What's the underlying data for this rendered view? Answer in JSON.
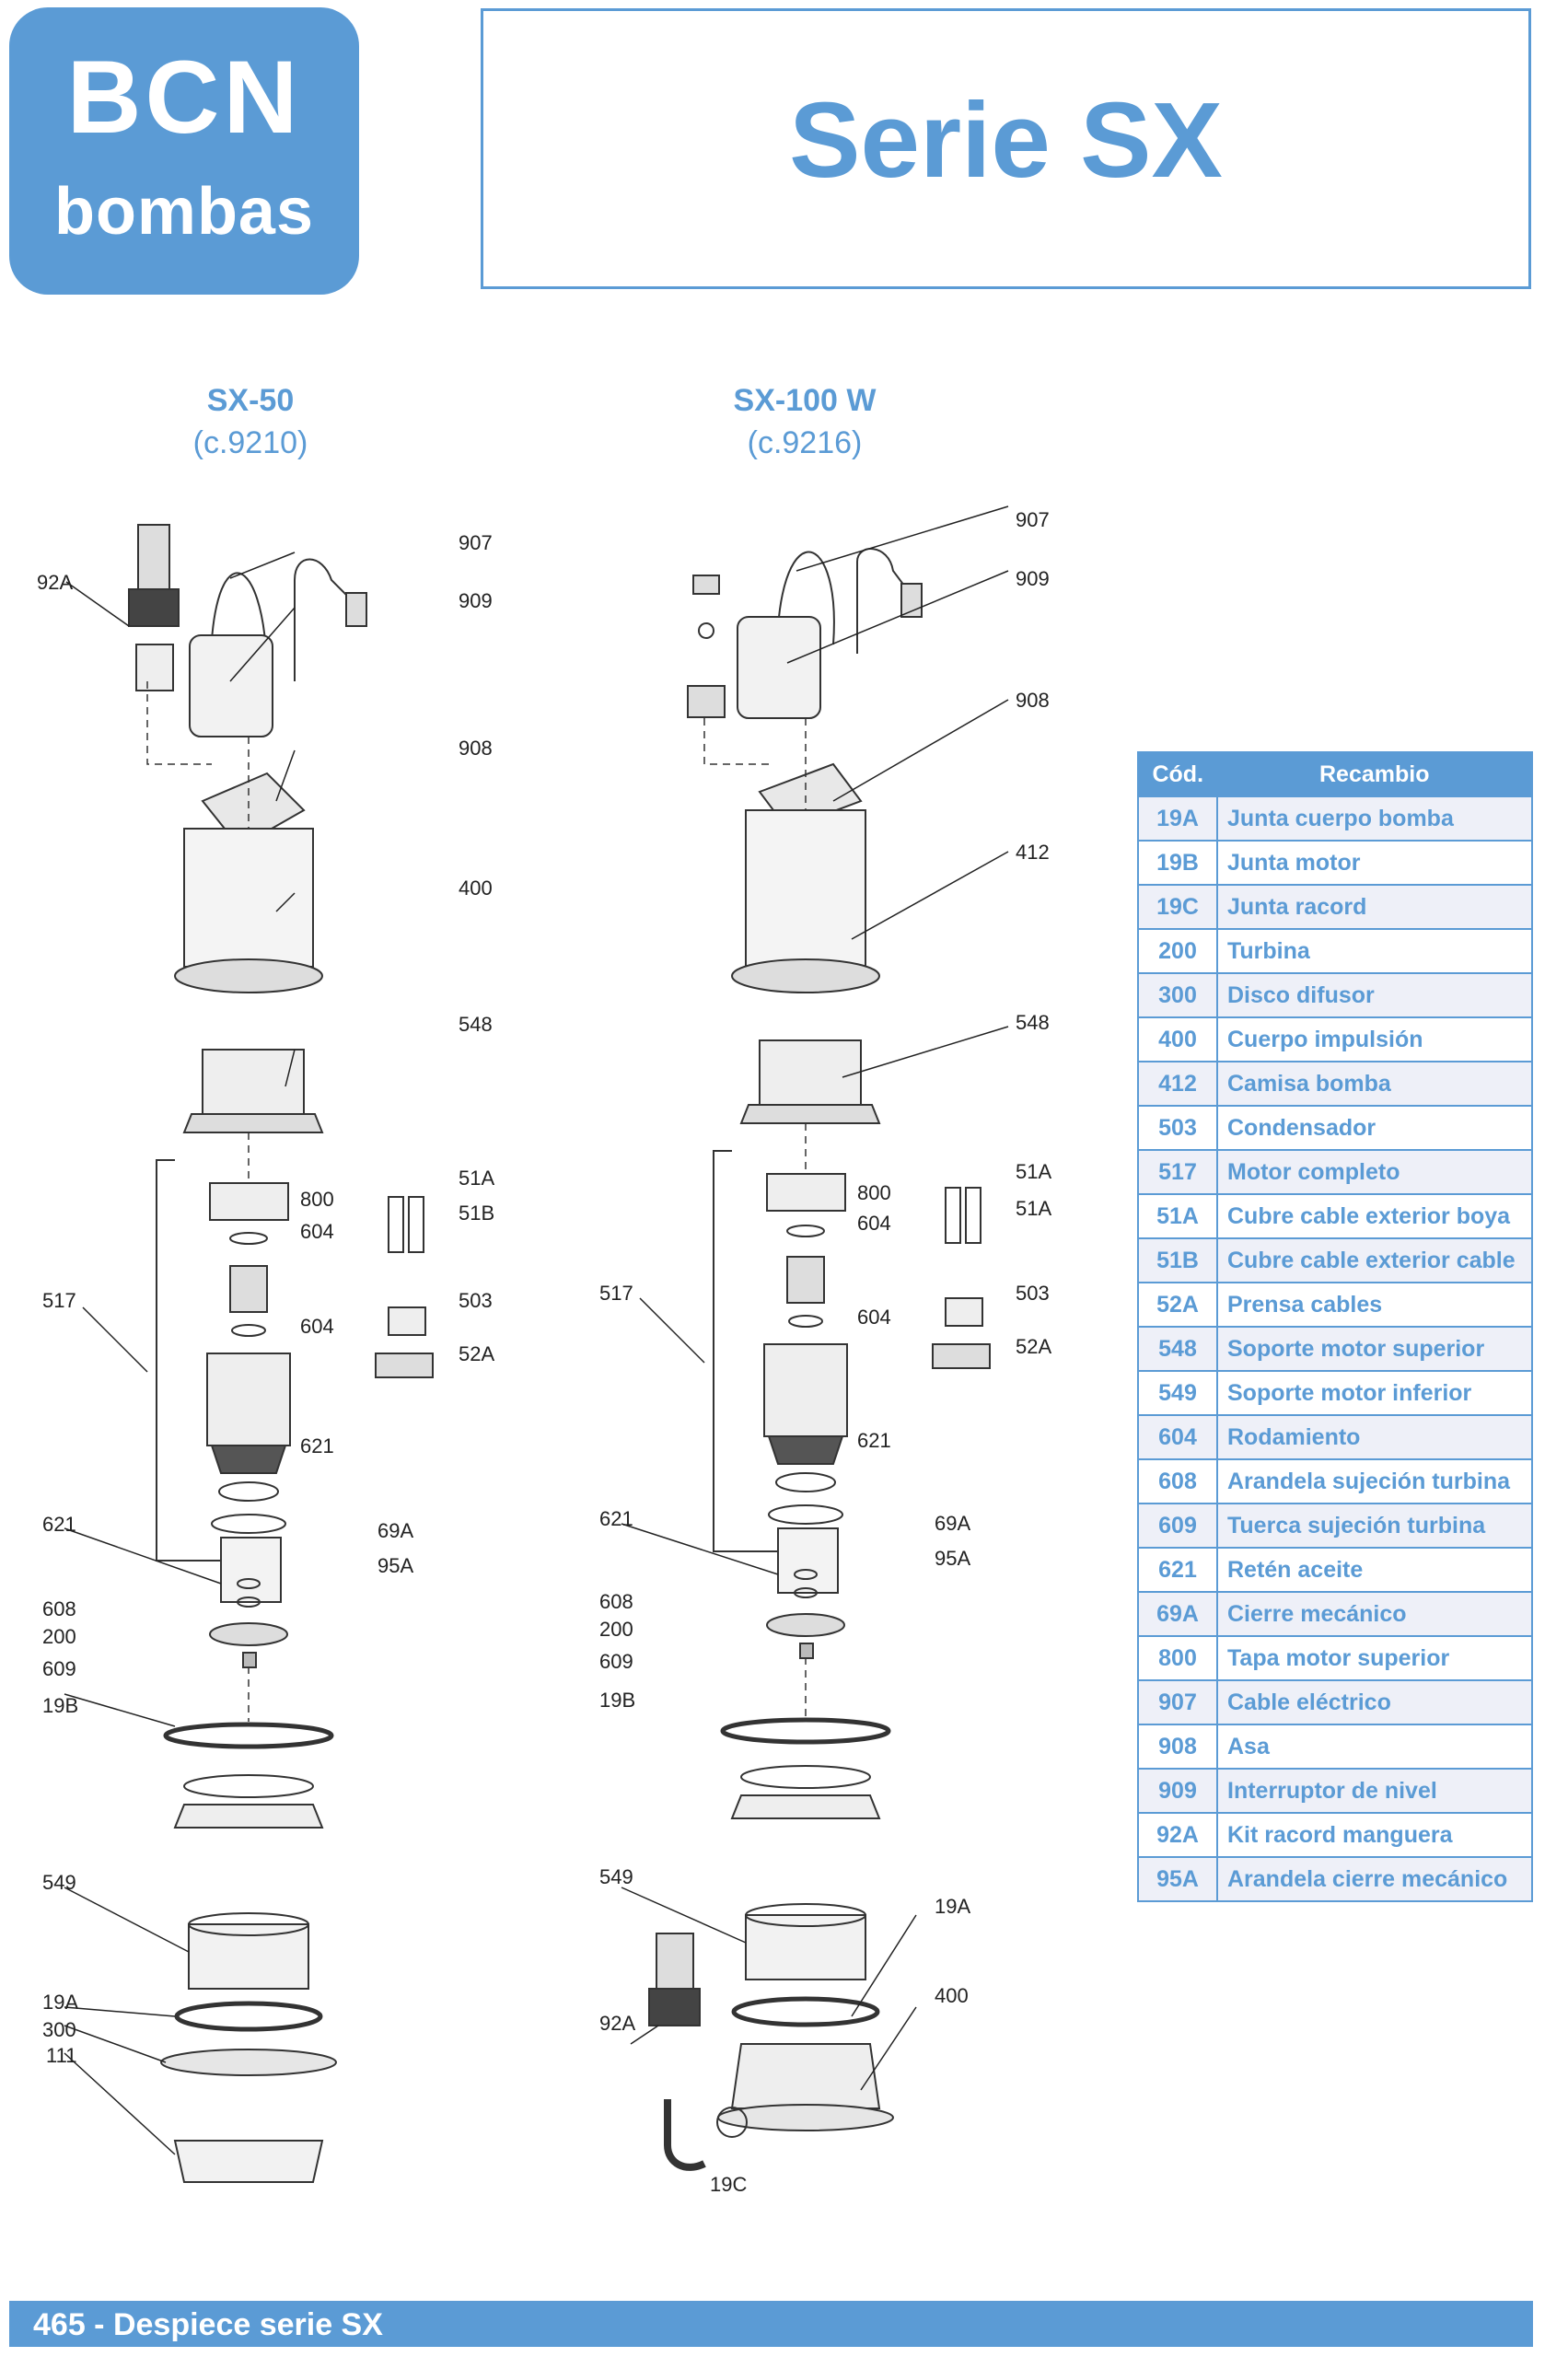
{
  "logo": {
    "line1": "BCN",
    "line2": "bombas"
  },
  "header": {
    "title": "Serie SX"
  },
  "models": [
    {
      "name": "SX-50",
      "code": "(c.9210)"
    },
    {
      "name": "SX-100 W",
      "code": "(c.9216)"
    }
  ],
  "diagram_left": {
    "labels": [
      "92A",
      "907",
      "909",
      "908",
      "400",
      "548",
      "51A",
      "51B",
      "800",
      "604",
      "517",
      "503",
      "52A",
      "604",
      "621",
      "621",
      "69A",
      "95A",
      "608",
      "200",
      "609",
      "19B",
      "549",
      "19A",
      "300",
      "111"
    ]
  },
  "diagram_right": {
    "labels": [
      "907",
      "909",
      "908",
      "412",
      "548",
      "51A",
      "51A",
      "800",
      "604",
      "517",
      "503",
      "52A",
      "604",
      "621",
      "621",
      "69A",
      "95A",
      "608",
      "200",
      "609",
      "19B",
      "549",
      "19A",
      "400",
      "92A",
      "19C"
    ]
  },
  "table": {
    "headers": [
      "Cód.",
      "Recambio"
    ],
    "rows": [
      [
        "19A",
        "Junta cuerpo bomba"
      ],
      [
        "19B",
        "Junta motor"
      ],
      [
        "19C",
        "Junta racord"
      ],
      [
        "200",
        "Turbina"
      ],
      [
        "300",
        "Disco difusor"
      ],
      [
        "400",
        "Cuerpo impulsión"
      ],
      [
        "412",
        "Camisa bomba"
      ],
      [
        "503",
        "Condensador"
      ],
      [
        "517",
        "Motor completo"
      ],
      [
        "51A",
        "Cubre cable exterior boya"
      ],
      [
        "51B",
        "Cubre cable exterior cable"
      ],
      [
        "52A",
        "Prensa cables"
      ],
      [
        "548",
        "Soporte motor superior"
      ],
      [
        "549",
        "Soporte motor inferior"
      ],
      [
        "604",
        "Rodamiento"
      ],
      [
        "608",
        "Arandela sujeción turbina"
      ],
      [
        "609",
        "Tuerca sujeción turbina"
      ],
      [
        "621",
        "Retén aceite"
      ],
      [
        "69A",
        "Cierre mecánico"
      ],
      [
        "800",
        "Tapa motor superior"
      ],
      [
        "907",
        "Cable eléctrico"
      ],
      [
        "908",
        "Asa"
      ],
      [
        "909",
        "Interruptor de nivel"
      ],
      [
        "92A",
        "Kit racord manguera"
      ],
      [
        "95A",
        "Arandela cierre mecánico"
      ]
    ]
  },
  "footer": {
    "text": "465 - Despiece serie SX"
  },
  "colors": {
    "accent": "#5b9bd5"
  }
}
